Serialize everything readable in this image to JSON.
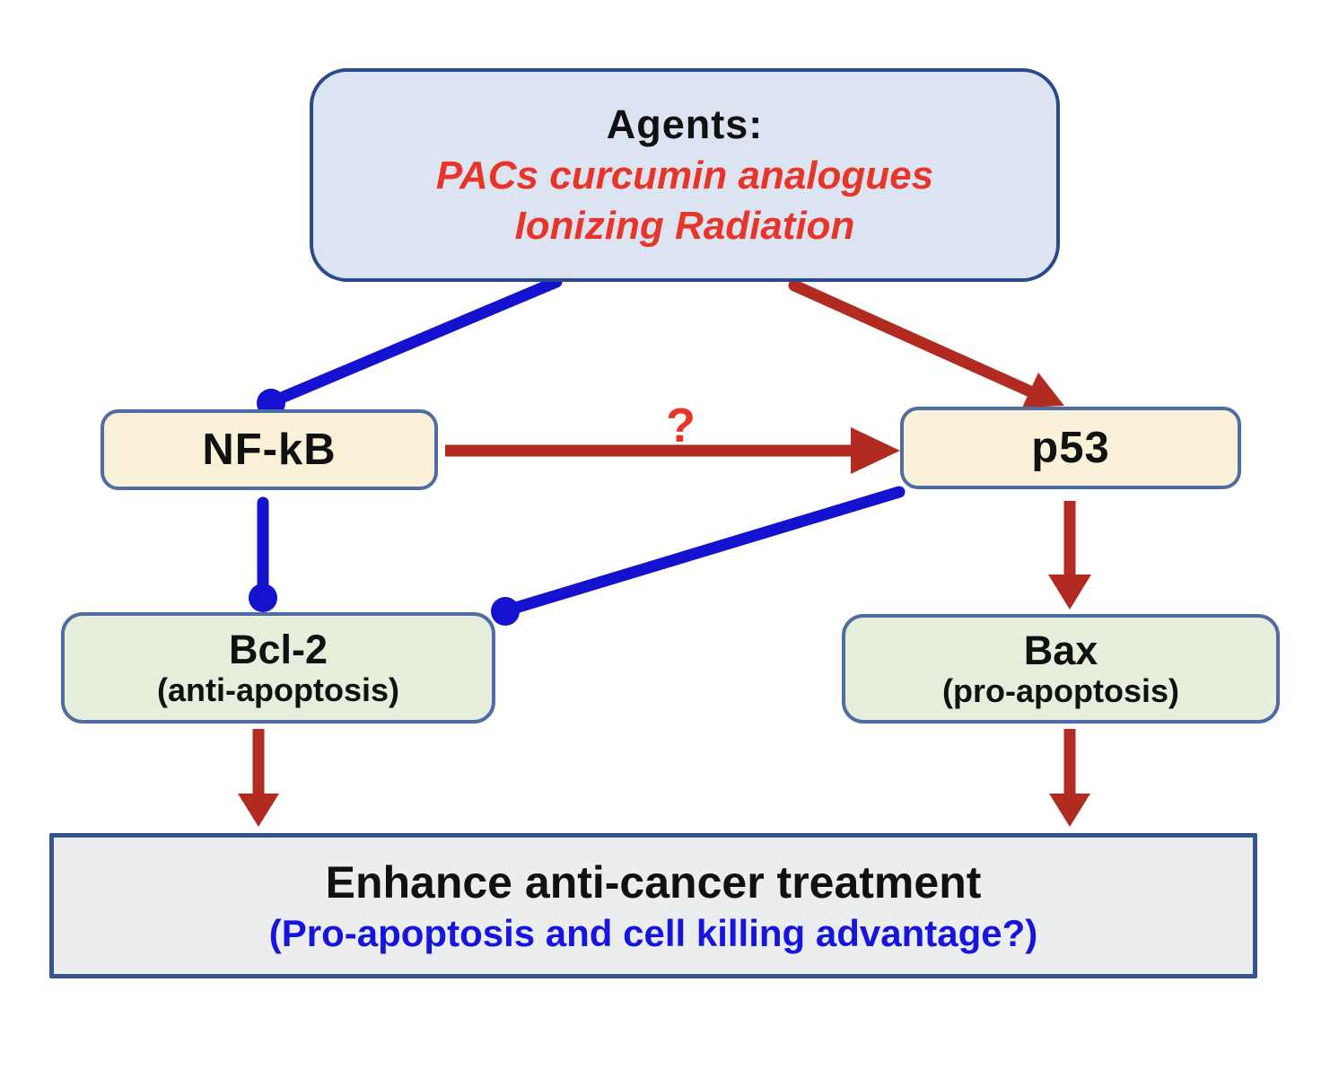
{
  "diagram": {
    "agents": {
      "title": "Agents:",
      "line1": "PACs curcumin analogues",
      "line2": "Ionizing Radiation"
    },
    "nfkb": {
      "label": "NF-kB"
    },
    "p53": {
      "label": "p53"
    },
    "bcl2": {
      "label": "Bcl-2",
      "sub": "(anti-apoptosis)"
    },
    "bax": {
      "label": "Bax",
      "sub": "(pro-apoptosis)"
    },
    "outcome": {
      "line1": "Enhance anti-cancer treatment",
      "line2": "(Pro-apoptosis and cell killing advantage?)"
    },
    "question_mark": "?"
  },
  "colors": {
    "activation_arrow_red": "#b12b21",
    "inhibition_line_blue": "#1412cf",
    "agents_text_red": "#e8352a",
    "question_mark_red": "#e8352a",
    "outcome_subtext_blue": "#1515dd",
    "agents_fill": "#dce4f2",
    "signal_box_fill": "#faf2d8",
    "effector_box_fill": "#e5efdc",
    "outcome_fill": "#ecedef",
    "agents_border": "#2b4a8c",
    "node_border": "#4f6da2",
    "outcome_border": "#35548e"
  }
}
